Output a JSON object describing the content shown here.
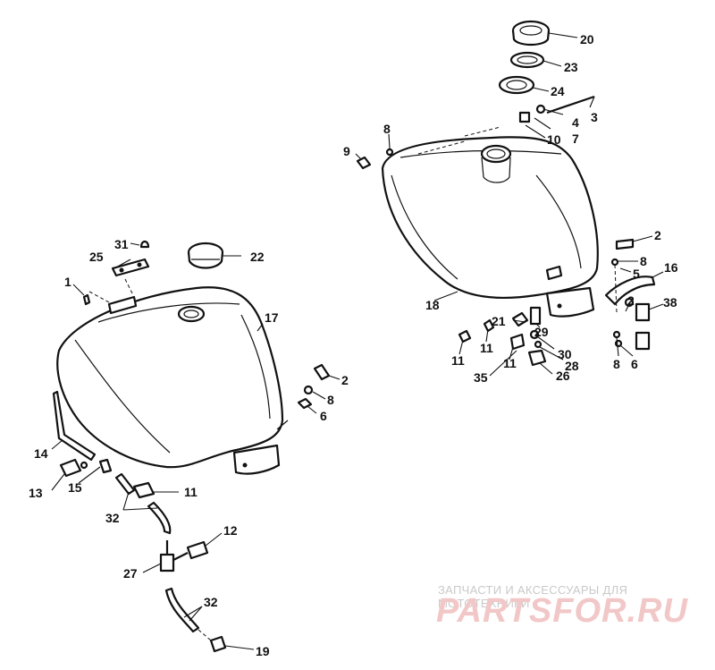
{
  "diagram": {
    "callouts": {
      "p20": "20",
      "p23": "23",
      "p24": "24",
      "p3": "3",
      "p4": "4",
      "p7": "7",
      "p10": "10",
      "p8a": "8",
      "p9": "9",
      "p2a": "2",
      "p8b": "8",
      "p5": "5",
      "p16": "16",
      "p2b": "2",
      "p38": "38",
      "p18": "18",
      "p21": "21",
      "p29": "29",
      "p11a": "11",
      "p11b": "11",
      "p11c": "11",
      "p30": "30",
      "p35": "35",
      "p28": "28",
      "p26": "26",
      "p8c": "8",
      "p6a": "6",
      "p31": "31",
      "p25": "25",
      "p22": "22",
      "p1": "1",
      "p17": "17",
      "p2c": "2",
      "p8d": "8",
      "p6b": "6",
      "p14": "14",
      "p13": "13",
      "p15": "15",
      "p11d": "11",
      "p32a": "32",
      "p12": "12",
      "p27": "27",
      "p32b": "32",
      "p19": "19"
    }
  },
  "watermark": {
    "caption": "ЗАПЧАСТИ И АКСЕССУАРЫ ДЛЯ МОТОТЕХНИКИ",
    "brand": "PARTSFOR.RU"
  }
}
